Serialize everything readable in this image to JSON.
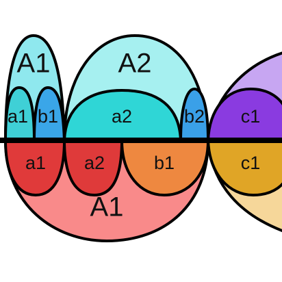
{
  "colors": {
    "big_top_1": "#8fe8ee",
    "big_top_2": "#a6f0f0",
    "a1_top": "#3fd0d6",
    "b1_top": "#3aa6e8",
    "a2_top": "#2fd6d6",
    "b2_top": "#3aa0e8",
    "c1_top": "#8a3be0",
    "purple_big": "#c7a6f2",
    "big_bottom": "#f98a8a",
    "a1_bottom": "#e03a3a",
    "a2_bottom": "#df3a3a",
    "b1_bottom": "#ee8840",
    "c1_bottom": "#e0a526",
    "tan_big": "#f6d79a",
    "axis": "#000000"
  },
  "labels": {
    "top_big_1": "A1",
    "top_big_2": "A2",
    "top_a1": "a1",
    "top_b1": "b1",
    "top_a2": "a2",
    "top_b2": "b2",
    "top_c1": "c1",
    "bottom_a1": "a1",
    "bottom_a2": "a2",
    "bottom_b1": "b1",
    "bottom_c1": "c1",
    "bottom_big": "A1"
  }
}
